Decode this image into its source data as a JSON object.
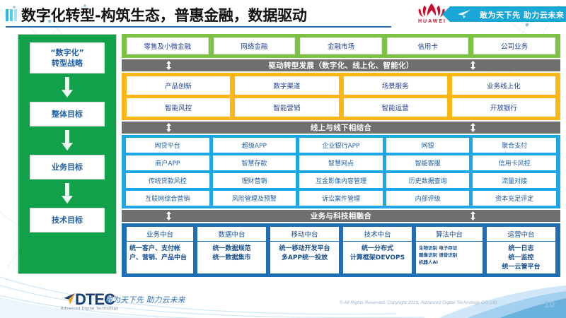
{
  "header": {
    "title": "数字化转型-构筑生态，普惠金融，数据驱动",
    "brand": "HUAWEI",
    "ribbon_slogan": "敢为天下先 助力云未来",
    "accent_color": "#1aa7d8",
    "title_rule_color": "#2b6fb5"
  },
  "left_column": {
    "bg_color": "#12a14b",
    "items": [
      {
        "label": "“数字化”\n转型战略"
      },
      {
        "label": "整体目标"
      },
      {
        "label": "业务目标"
      },
      {
        "label": "技术目标"
      }
    ],
    "item0_line1": "“数字化”",
    "item0_line2": "转型战略",
    "item1": "整体目标",
    "item2": "业务目标",
    "item3": "技术目标"
  },
  "business_band": {
    "bg_color": "#7dc243",
    "cells": [
      "零售及小微金融",
      "网络金融",
      "金融市场",
      "信用卡",
      "公司业务"
    ]
  },
  "divider1": {
    "label": "驱动转型发展（数字化、线上化、智能化）"
  },
  "drive_band": {
    "bg_color": "#fdb714",
    "rows": [
      [
        "产品创新",
        "数字渠道",
        "场景服务",
        "业务线上化"
      ],
      [
        "智能风控",
        "智能营销",
        "智能运营",
        "开放银行"
      ]
    ]
  },
  "divider2": {
    "label": "线上与线下相结合"
  },
  "online_band": {
    "bg_color": "#1ba7e8",
    "rows": [
      [
        "网贷平台",
        "超级APP",
        "企业银行APP",
        "网银",
        "聚合支付"
      ],
      [
        "商户APP",
        "智慧存款",
        "智慧网点",
        "智能客服",
        "信用卡风控"
      ],
      [
        "传统贷款风控",
        "理财营销",
        "互金影像内容管理",
        "历史数据查询",
        "流量对接"
      ],
      [
        "互联网综合营销",
        "风险管理及预警",
        "诉讼案件管理",
        "内部评级",
        "资本充足评定"
      ]
    ]
  },
  "divider3": {
    "label": "业务与科技相融合"
  },
  "platform_band": {
    "bg_color": "#1f6fb5",
    "columns": [
      {
        "head": "业务中台",
        "body": "统一客户、支付帐户、营销、产品中台"
      },
      {
        "head": "数据中台",
        "body": "统一数据规范\n统一数据集市"
      },
      {
        "head": "移动中台",
        "body": "统一移动开发平台\n多APP统一投放"
      },
      {
        "head": "技术中台",
        "body": "统一分布式\n计算框架DEVOPS"
      },
      {
        "head": "算法中台",
        "body": "生物识别 电子存证\n图像识别 语音识别\n机器人AI"
      },
      {
        "head": "运营中台",
        "body": "统一日志\n统一监控\n统一云管平台"
      }
    ]
  },
  "footer": {
    "logo_text": "DTEC",
    "logo_sub": "Advanced Digital Technology",
    "tagline": "敢为天下先  助力云未来",
    "copyright": "© All Rights Reserved. Copyright 2019, Advanced Digital Technology CO.,Ltd",
    "page_number": "10"
  }
}
